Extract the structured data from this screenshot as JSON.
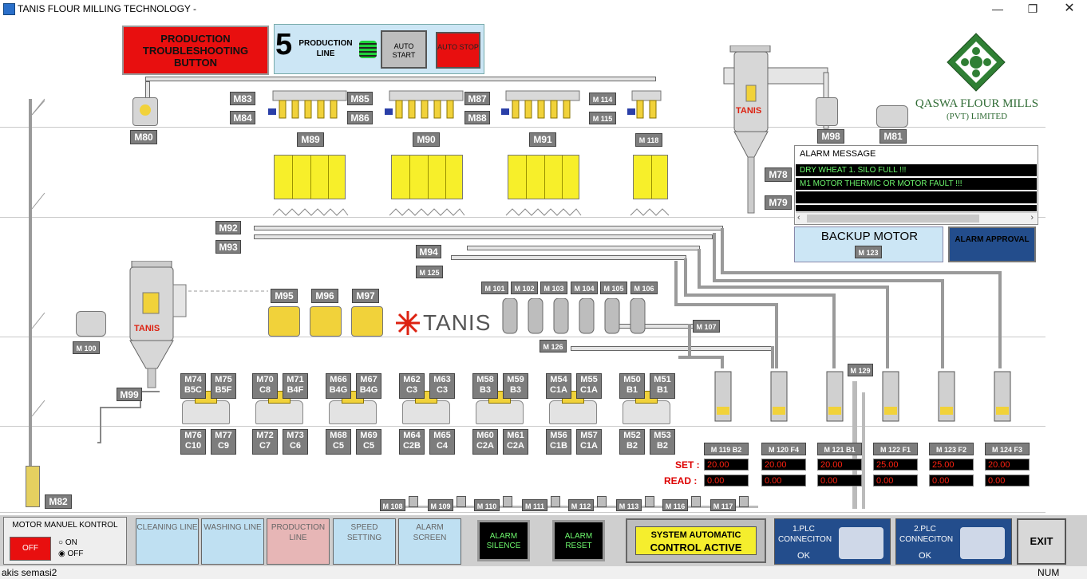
{
  "window": {
    "title": "TANIS FLOUR MILLING TECHNOLOGY -"
  },
  "header": {
    "troubleshooting": "PRODUCTION TROUBLESHOOTING BUTTON",
    "line_number": "5",
    "production_line": "PRODUCTION LINE",
    "auto_start": "AUTO START",
    "auto_stop": "AUTO STOP"
  },
  "logo": {
    "company": "QASWA FLOUR MILLS",
    "sub": "(PVT) LIMITED",
    "brand": "TANIS"
  },
  "alarm": {
    "title": "ALARM MESSAGE",
    "messages": [
      "DRY WHEAT 1. SILO FULL !!!",
      "M1 MOTOR THERMIC OR MOTOR FAULT !!!",
      "",
      ""
    ],
    "backup_title": "BACKUP MOTOR",
    "backup_motor": "M 123",
    "approval": "ALARM APPROVAL"
  },
  "motors": {
    "m80": "M80",
    "m83": "M83",
    "m84": "M84",
    "m85": "M85",
    "m86": "M86",
    "m87": "M87",
    "m88": "M88",
    "m114": "M 114",
    "m115": "M 115",
    "m89": "M89",
    "m90": "M90",
    "m91": "M91",
    "m118": "M 118",
    "m98": "M98",
    "m81": "M81",
    "m78": "M78",
    "m79": "M79",
    "m92": "M92",
    "m93": "M93",
    "m94": "M94",
    "m125": "M 125",
    "m95": "M95",
    "m96": "M96",
    "m97": "M97",
    "m101": "M 101",
    "m102": "M 102",
    "m103": "M 103",
    "m104": "M 104",
    "m105": "M 105",
    "m106": "M 106",
    "m107": "M 107",
    "m126": "M 126",
    "m100": "M 100",
    "m99": "M99",
    "m82": "M82",
    "m129": "M 129",
    "m108": "M 108",
    "m109": "M 109",
    "m110": "M 110",
    "m111": "M 111",
    "m112": "M 112",
    "m113": "M 113",
    "m116": "M 116",
    "m117": "M 117"
  },
  "roller_top": [
    {
      "a": "M74",
      "b": "B5C"
    },
    {
      "a": "M75",
      "b": "B5F"
    },
    {
      "a": "M70",
      "b": "C8"
    },
    {
      "a": "M71",
      "b": "B4F"
    },
    {
      "a": "M66",
      "b": "B4G"
    },
    {
      "a": "M67",
      "b": "B4G"
    },
    {
      "a": "M62",
      "b": "C3"
    },
    {
      "a": "M63",
      "b": "C3"
    },
    {
      "a": "M58",
      "b": "B3"
    },
    {
      "a": "M59",
      "b": "B3"
    },
    {
      "a": "M54",
      "b": "C1A"
    },
    {
      "a": "M55",
      "b": "C1A"
    },
    {
      "a": "M50",
      "b": "B1"
    },
    {
      "a": "M51",
      "b": "B1"
    }
  ],
  "roller_bottom": [
    {
      "a": "M76",
      "b": "C10"
    },
    {
      "a": "M77",
      "b": "C9"
    },
    {
      "a": "M72",
      "b": "C7"
    },
    {
      "a": "M73",
      "b": "C6"
    },
    {
      "a": "M68",
      "b": "C5"
    },
    {
      "a": "M69",
      "b": "C5"
    },
    {
      "a": "M64",
      "b": "C2B"
    },
    {
      "a": "M65",
      "b": "C4"
    },
    {
      "a": "M60",
      "b": "C2A"
    },
    {
      "a": "M61",
      "b": "C2A"
    },
    {
      "a": "M56",
      "b": "C1B"
    },
    {
      "a": "M57",
      "b": "C1A"
    },
    {
      "a": "M52",
      "b": "B2"
    },
    {
      "a": "M53",
      "b": "B2"
    }
  ],
  "feeders": {
    "set_label": "SET :",
    "read_label": "READ :",
    "items": [
      {
        "name": "M 119 B2",
        "set": "20.00",
        "read": "0.00"
      },
      {
        "name": "M 120 F4",
        "set": "20.00",
        "read": "0.00"
      },
      {
        "name": "M 121 B1",
        "set": "20.00",
        "read": "0.00"
      },
      {
        "name": "M 122 F1",
        "set": "25.00",
        "read": "0.00"
      },
      {
        "name": "M 123 F2",
        "set": "25.00",
        "read": "0.00"
      },
      {
        "name": "M 124 F3",
        "set": "20.00",
        "read": "0.00"
      }
    ]
  },
  "bottom": {
    "manual_title": "MOTOR MANUEL KONTROL",
    "off_btn": "OFF",
    "on_radio": "ON",
    "off_radio": "OFF",
    "cleaning": "CLEANING LINE",
    "washing": "WASHING LINE",
    "production": "PRODUCTION LINE",
    "speed": "SPEED SETTING",
    "alarm_screen": "ALARM SCREEN",
    "alarm_silence": "ALARM SILENCE",
    "alarm_reset": "ALARM RESET",
    "system_status": "SYSTEM AUTOMATIC",
    "system_status2": "CONTROL ACTIVE",
    "plc1": "1.PLC CONNECITON",
    "plc1_status": "OK",
    "plc2": "2.PLC CONNECITON",
    "plc2_status": "OK",
    "exit": "EXIT"
  },
  "status": {
    "left": "akis semasi2",
    "right": "NUM"
  },
  "colors": {
    "red": "#e80f0f",
    "lightblue": "#cce6f5",
    "navy": "#234d8c",
    "yellow": "#f7ef2a"
  }
}
